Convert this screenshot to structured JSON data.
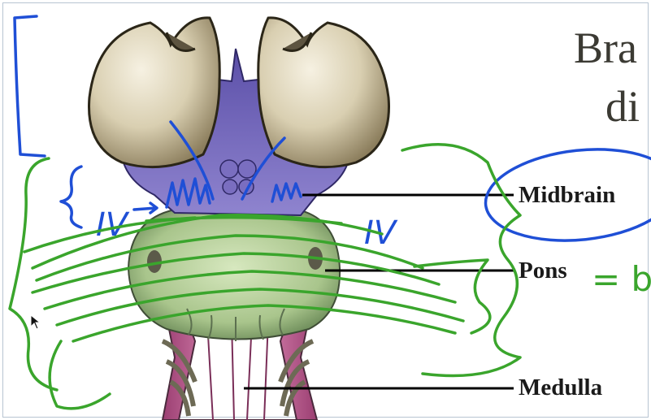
{
  "slide": {
    "title_line1": "Bra",
    "title_line2": "di"
  },
  "labels": {
    "midbrain": "Midbrain",
    "pons": "Pons",
    "medulla": "Medulla"
  },
  "annotations": {
    "roman_left": "IV",
    "roman_right": "IV",
    "equals_note": "= b"
  },
  "colors": {
    "ink_blue": "#1f4fd6",
    "ink_green": "#3aa52c",
    "cerebrum": "#d8cfb4",
    "midbrain": "#6f63b3",
    "pons": "#b6cf98",
    "medulla": "#c9639b"
  },
  "icons": {
    "cursor": "mouse-pointer-icon"
  }
}
